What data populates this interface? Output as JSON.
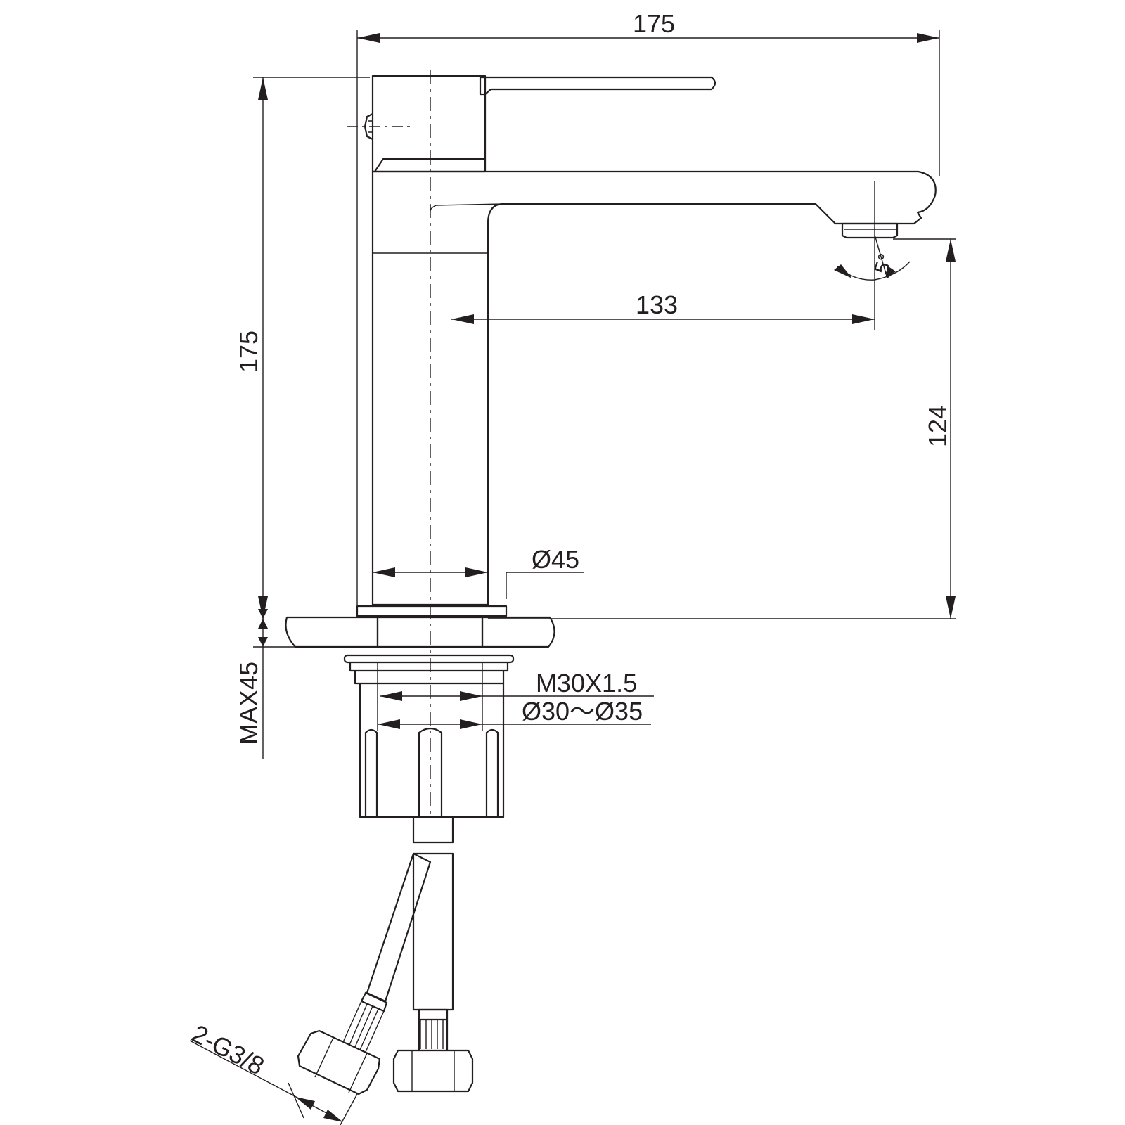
{
  "dimensions": {
    "width_total": "175",
    "height_total": "175",
    "spout_reach": "133",
    "spout_height": "124",
    "body_diameter": "Ø45",
    "deck_thickness": "MAX45",
    "thread": "M30X1.5",
    "hole_range": "Ø30～Ø35",
    "hose_connector": "2-G3/8",
    "tilt_angle": "5°"
  }
}
